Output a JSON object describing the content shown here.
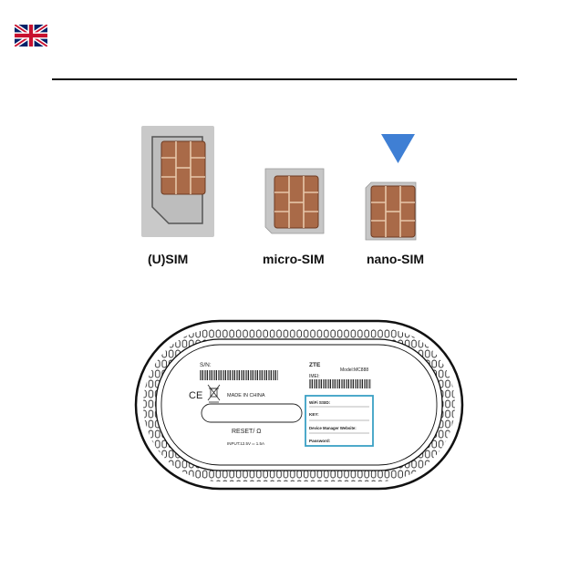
{
  "header": {
    "language_flag": "uk-flag-icon"
  },
  "sim_cards": [
    {
      "label": "(U)SIM"
    },
    {
      "label": "micro-SIM"
    },
    {
      "label": "nano-SIM"
    }
  ],
  "indicator": {
    "icon": "down-triangle-icon",
    "color": "#3f7fd4"
  },
  "device_label": {
    "sn": "S/N:",
    "brand": "ZTE",
    "model": "Model:MC888",
    "imei": "IMEI:",
    "made_in": "MADE IN CHINA",
    "reset": "RESET/ Ω",
    "input": "INPUT:12.5V ═ 1.5A",
    "ce_mark": "CE",
    "wifi_ssid": "WiFi SSID:",
    "key": "KEY:",
    "device_manager": "Device Manager Website:",
    "password": "Password:",
    "highlight_color": "#3aa0c4"
  }
}
